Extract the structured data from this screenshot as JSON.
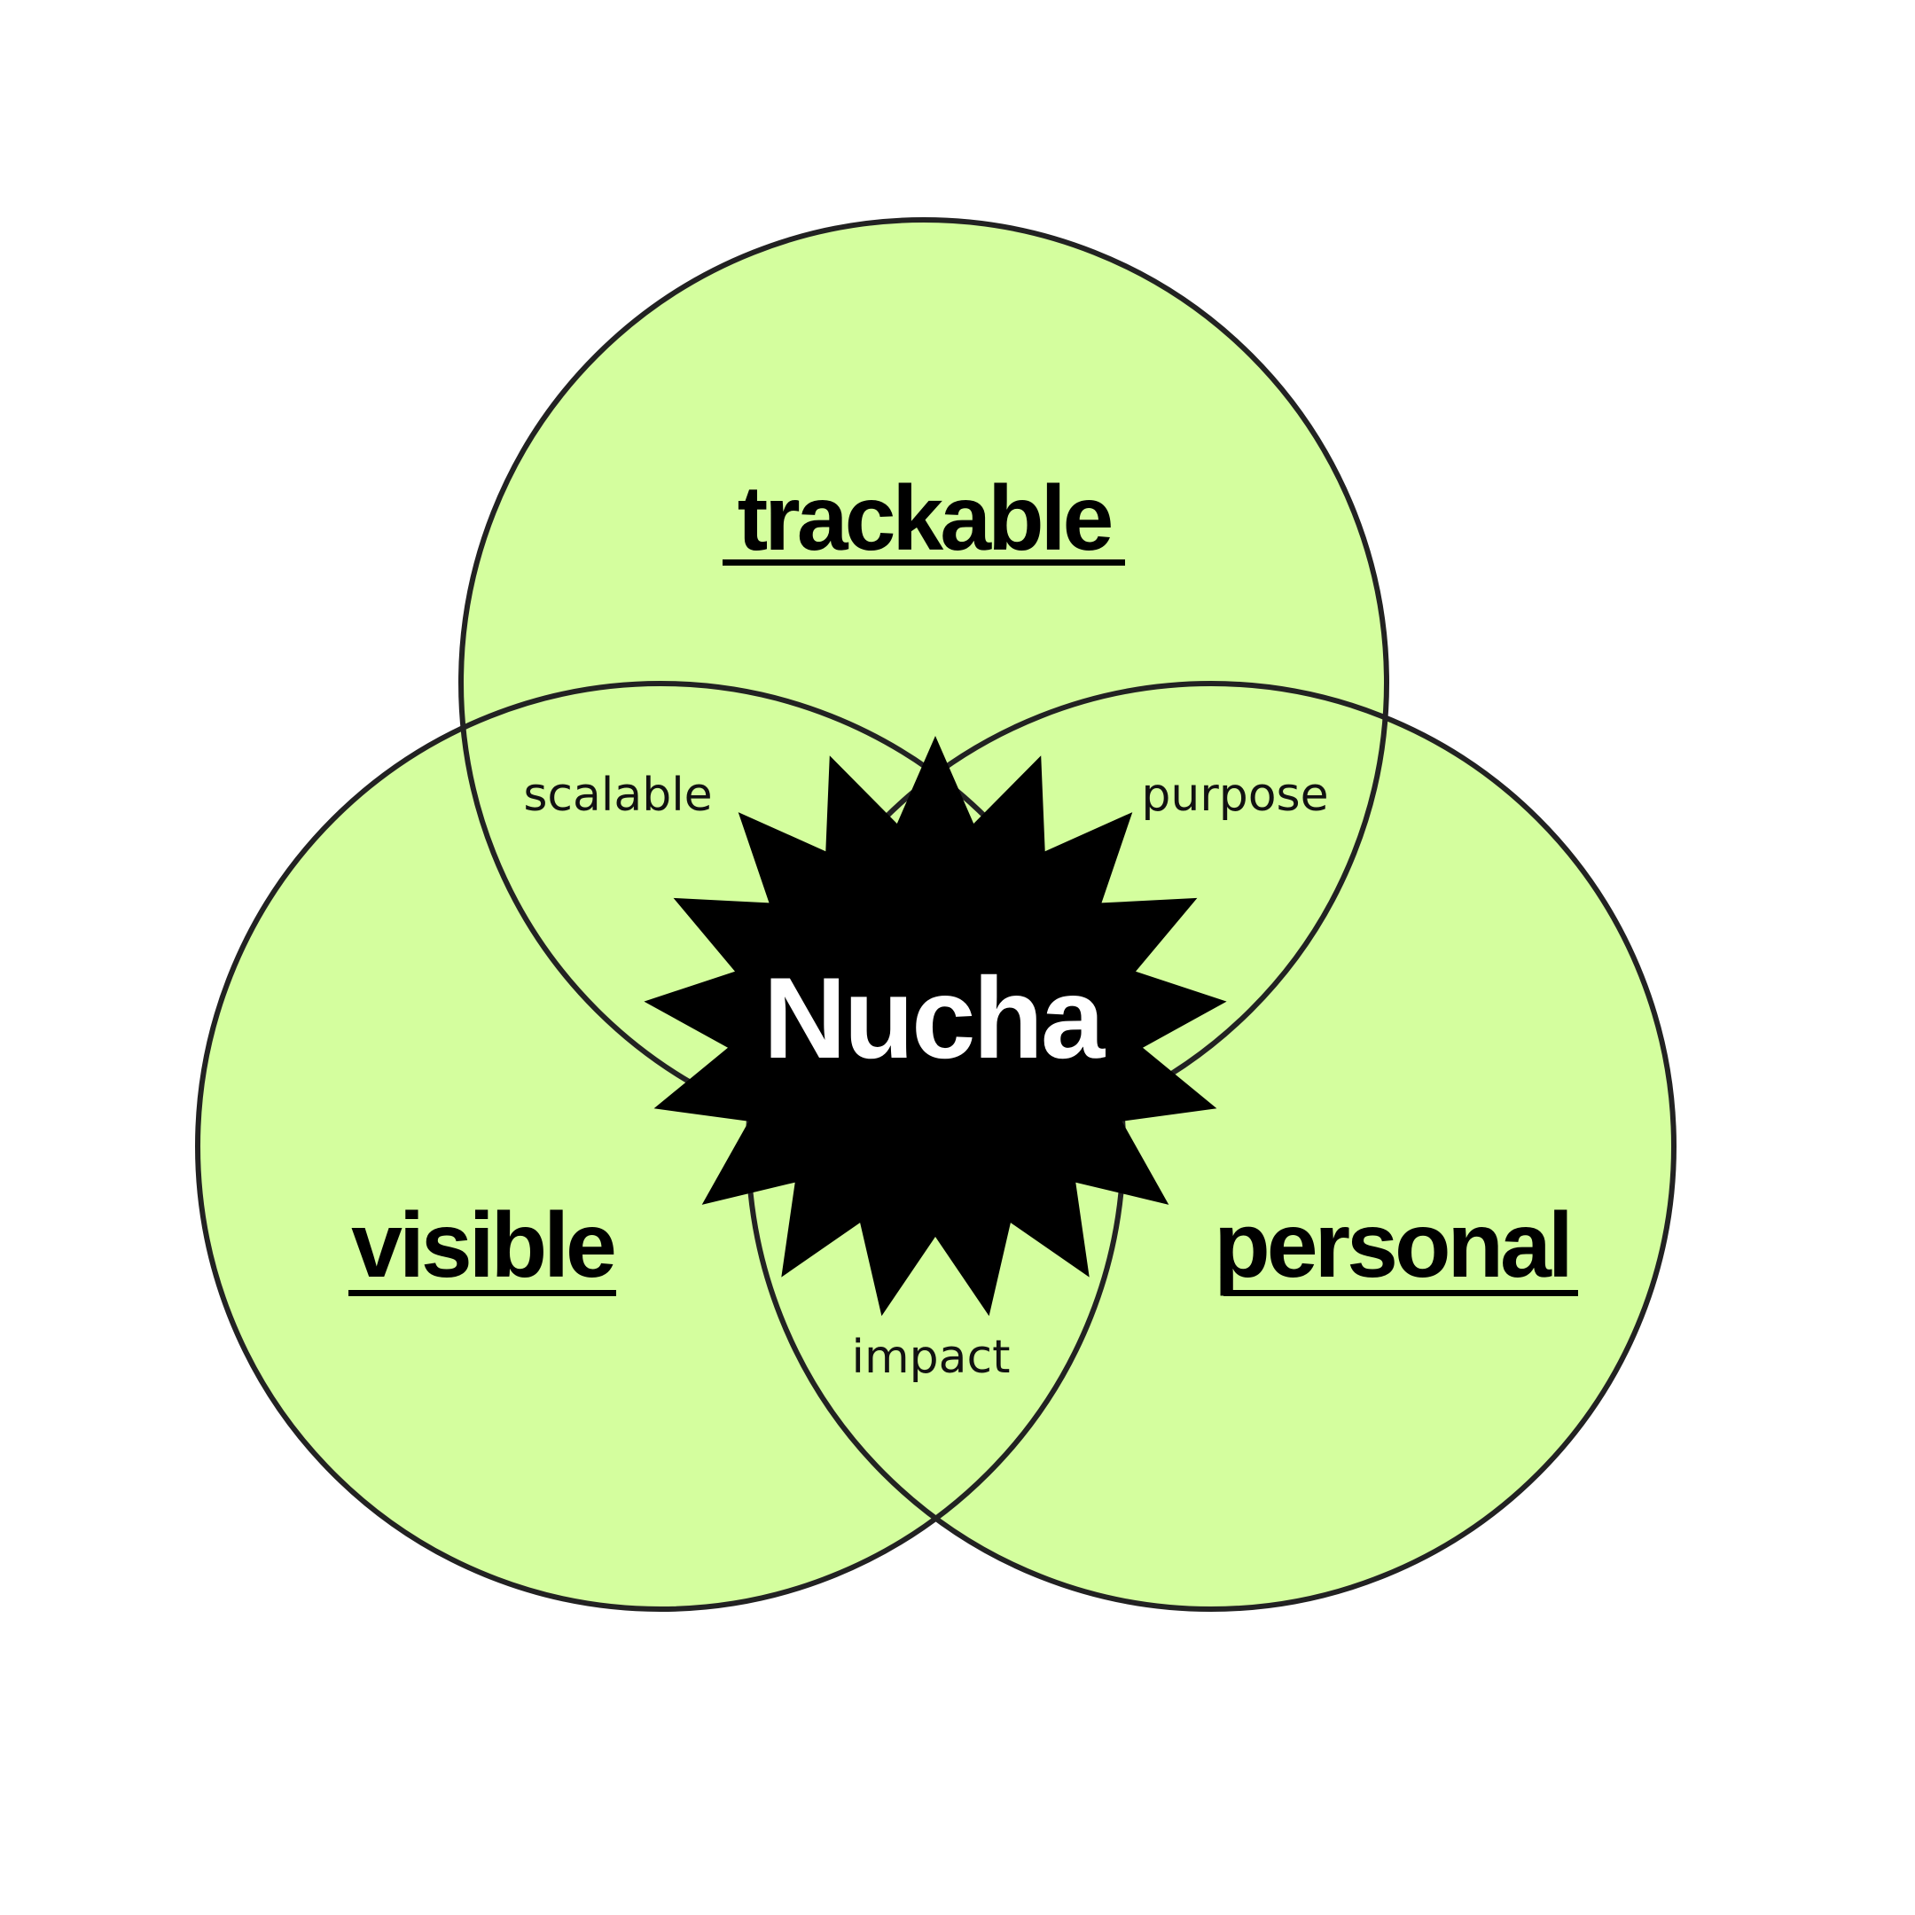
{
  "diagram": {
    "sets": {
      "top": "trackable",
      "left": "visible",
      "right": "personal"
    },
    "overlaps": {
      "top_left": "scalable",
      "top_right": "purpose",
      "left_right": "impact"
    },
    "center_logo": "Nucha",
    "colors": {
      "circle_fill": "#d4fe9e",
      "circle_stroke": "#222222",
      "starburst": "#000000",
      "logo_text": "#ffffff"
    }
  }
}
